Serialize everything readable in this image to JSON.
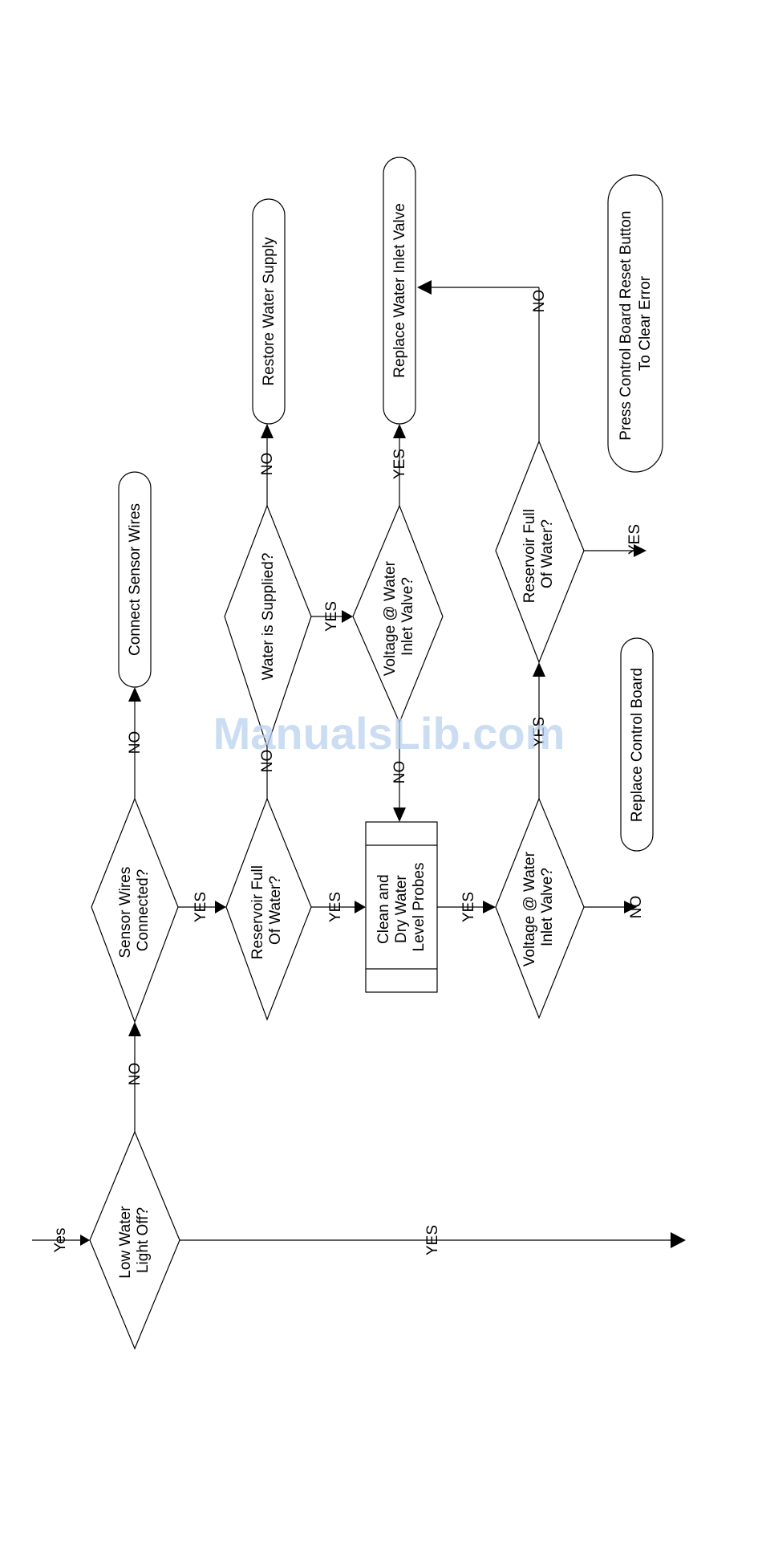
{
  "nodes": {
    "low_water": {
      "line1": "Low Water",
      "line2": "Light Off?"
    },
    "sensor_wires": {
      "line1": "Sensor Wires",
      "line2": "Connected?"
    },
    "connect_wires": {
      "label": "Connect Sensor Wires"
    },
    "reservoir_full_1": {
      "line1": "Reservoir Full",
      "line2": "Of Water?"
    },
    "water_supplied": {
      "label": "Water is Supplied?"
    },
    "restore_water": {
      "label": "Restore Water Supply"
    },
    "clean_probes": {
      "line1": "Clean and",
      "line2": "Dry Water",
      "line3": "Level Probes"
    },
    "voltage_1": {
      "line1": "Voltage @ Water",
      "line2": "Inlet Valve?"
    },
    "replace_valve": {
      "label": "Replace Water Inlet Valve"
    },
    "voltage_2": {
      "line1": "Voltage @ Water",
      "line2": "Inlet Valve?"
    },
    "replace_board": {
      "label": "Replace Control Board"
    },
    "reservoir_full_2": {
      "line1": "Reservoir Full",
      "line2": "Of Water?"
    },
    "press_reset": {
      "line1": "Press Control Board Reset Button",
      "line2": "To Clear Error"
    }
  },
  "connectors": {
    "entry_yes": "Yes",
    "low_water_no": "NO",
    "low_water_yes": "YES",
    "sensor_no": "NO",
    "sensor_yes": "YES",
    "reservoir1_no": "NO",
    "reservoir1_yes": "YES",
    "water_no": "NO",
    "water_yes": "YES",
    "voltage1_yes": "YES",
    "voltage1_no": "NO",
    "clean_yes": "YES",
    "voltage2_yes": "YES",
    "voltage2_no": "NO",
    "reservoir2_no": "NO",
    "reservoir2_yes": "YES"
  },
  "watermark": "ManualsLib.com"
}
